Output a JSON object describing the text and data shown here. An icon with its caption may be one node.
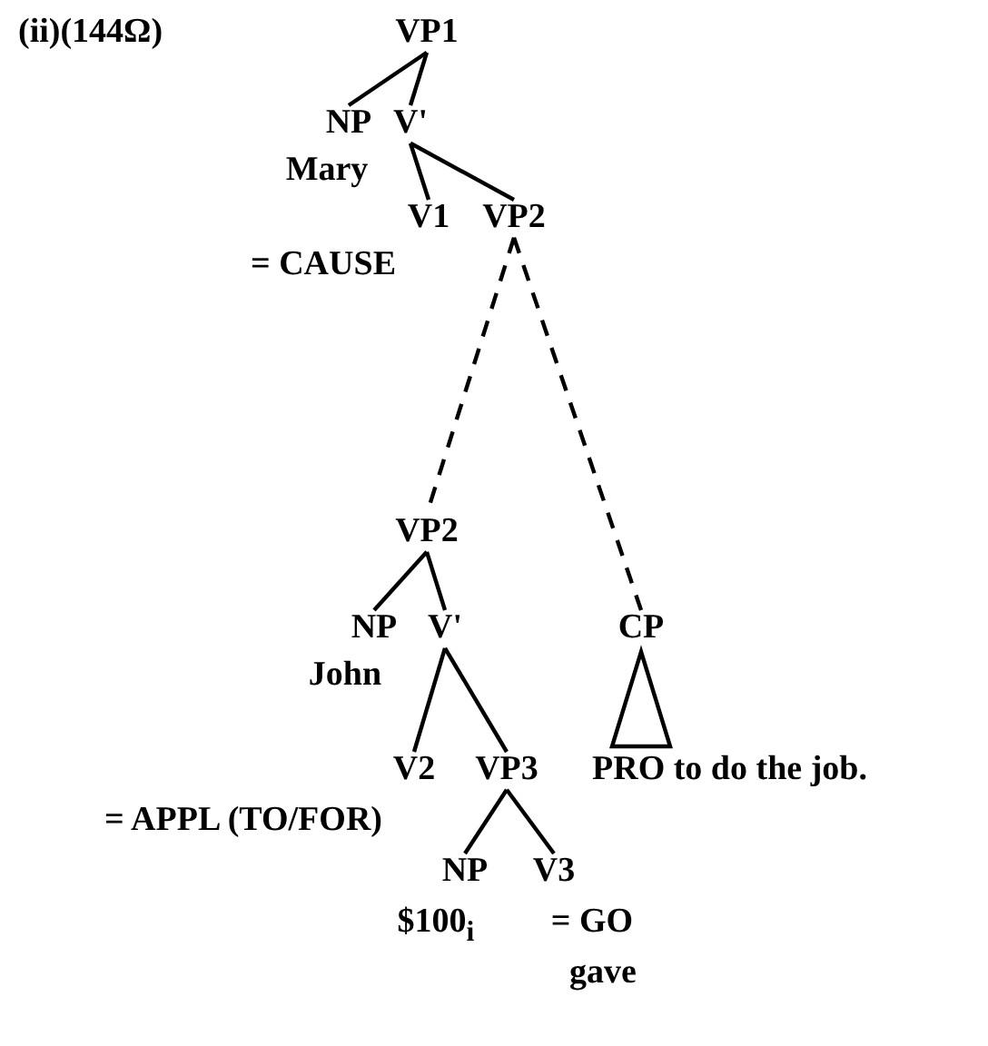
{
  "diagram": {
    "nodes": [
      {
        "text": [
          "VP1"
        ]
      },
      {
        "text": [
          "NP"
        ],
        "beside": [
          "Mary"
        ]
      },
      {
        "text": [
          "V'"
        ]
      },
      {
        "text": [
          "V1"
        ],
        "beside": [
          "= CAUSE"
        ]
      },
      {
        "text": [
          "VP2"
        ]
      },
      {
        "text": [
          "VP2"
        ]
      },
      {
        "text": [
          "NP"
        ],
        "beside": [
          "John"
        ]
      },
      {
        "text": [
          "V'"
        ]
      },
      {
        "text": [
          "CP"
        ]
      },
      {
        "text": [
          "V2"
        ],
        "beside": [
          "= APPL (TO/FOR)"
        ]
      },
      {
        "text": [
          "VP3"
        ]
      },
      {
        "text": [
          "NP"
        ],
        "beside": [
          "$100$_{i}$"
        ]
      },
      {
        "text": [
          "V3"
        ],
        "beside": [
          "= GO",
          "gave"
        ]
      },
      {
        "text": [
          "PRO to do the job."
        ]
      }
    ],
    "edges": [
      {
        "from": 0,
        "to": 1,
        "arrow": "none"
      },
      {
        "from": 0,
        "to": 2,
        "arrow": "none"
      },
      {
        "from": 2,
        "to": 3,
        "arrow": "none"
      },
      {
        "from": 2,
        "to": 4,
        "arrow": "none"
      },
      {
        "from": 4,
        "to": 5,
        "arrow": "none",
        "style": "dashed"
      },
      {
        "from": 4,
        "to": 8,
        "arrow": "none",
        "style": "dashed"
      },
      {
        "from": 5,
        "to": 6,
        "arrow": "none"
      },
      {
        "from": 5,
        "to": 7,
        "arrow": "none"
      },
      {
        "from": 7,
        "to": 9,
        "arrow": "none"
      },
      {
        "from": 7,
        "to": 10,
        "arrow": "none"
      },
      {
        "from": 10,
        "to": 11,
        "arrow": "none"
      },
      {
        "from": 10,
        "to": 12,
        "arrow": "none"
      },
      {
        "from": 8,
        "to": 13,
        "arrow": "none"
      }
    ],
    "labels": [
      "(ii)(144Ω)"
    ]
  }
}
